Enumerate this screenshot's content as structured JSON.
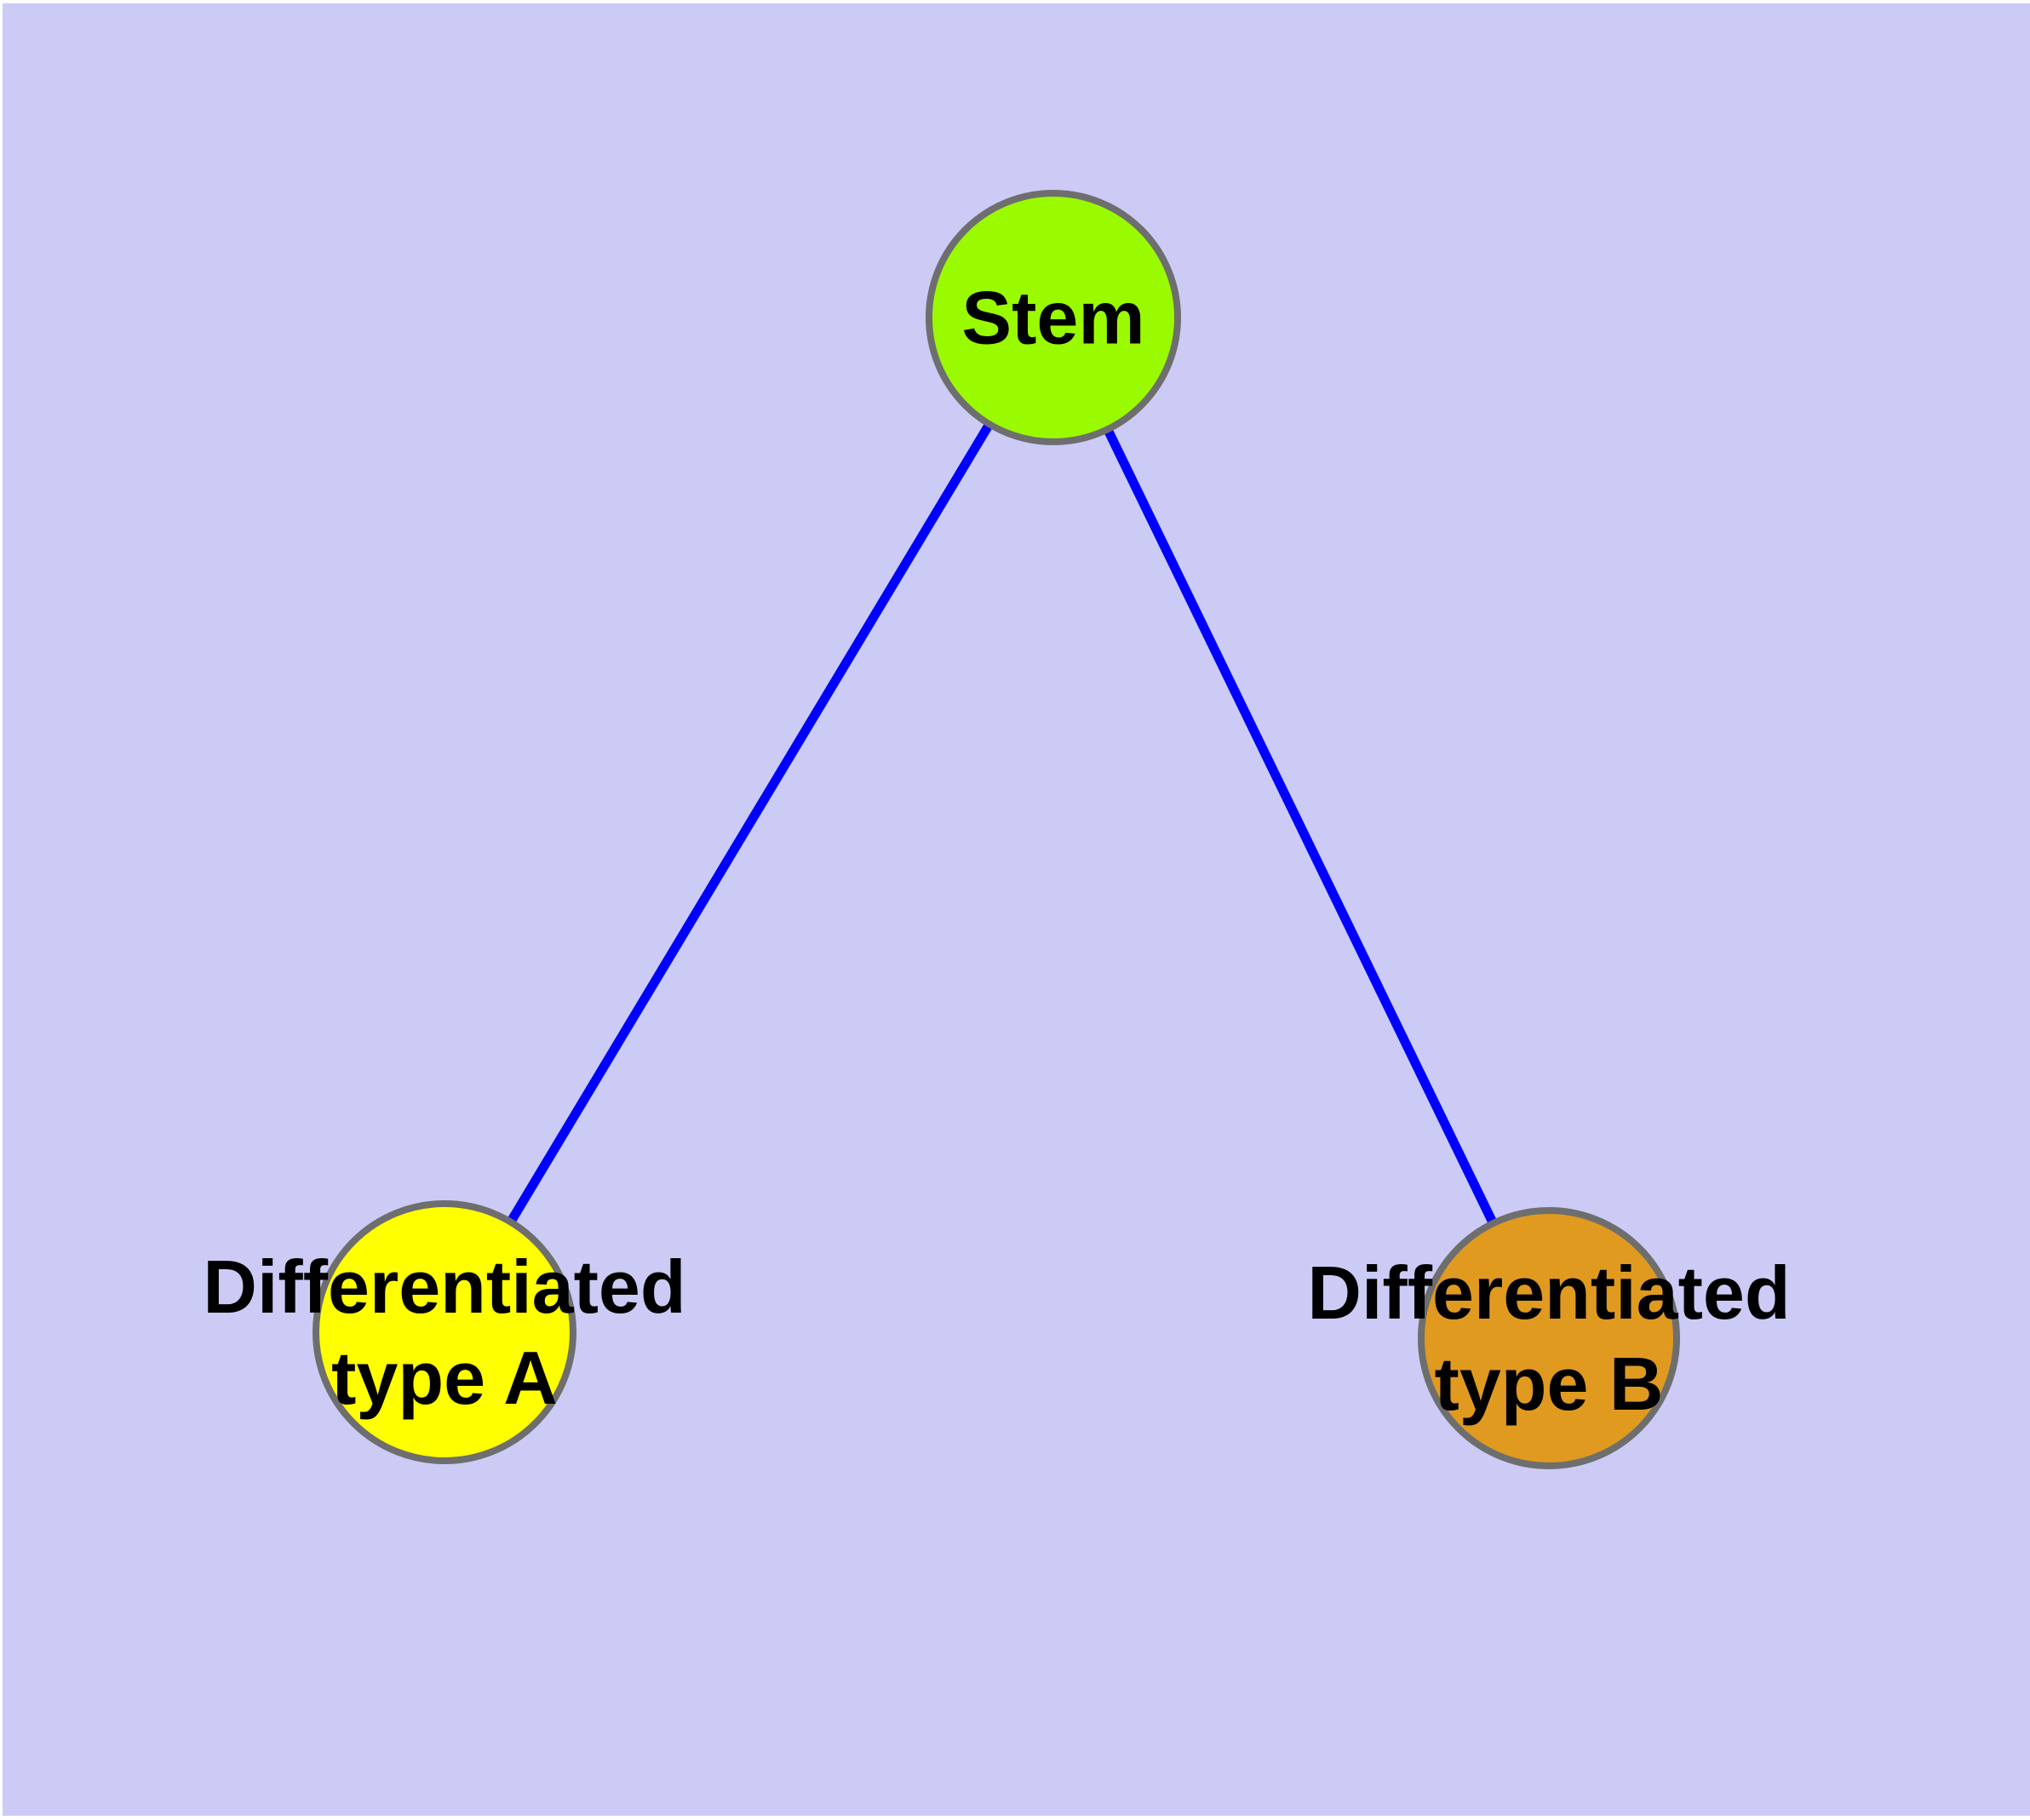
{
  "diagram": {
    "type": "graph",
    "background_color": "#CBCBF6",
    "edge_color": "#0000FF",
    "node_border_color": "#6E6E6E",
    "label_color": "#000000",
    "nodes": {
      "stem": {
        "label": "Stem",
        "fill": "#9AFB00"
      },
      "type_a": {
        "label": "Differentiated\ntype A",
        "fill": "#FFFF00"
      },
      "type_b": {
        "label": "Differentiated\ntype B",
        "fill": "#E09A20"
      }
    },
    "edges": [
      {
        "from": "Stem",
        "to": "Differentiated type A"
      },
      {
        "from": "Stem",
        "to": "Differentiated type B"
      }
    ]
  }
}
